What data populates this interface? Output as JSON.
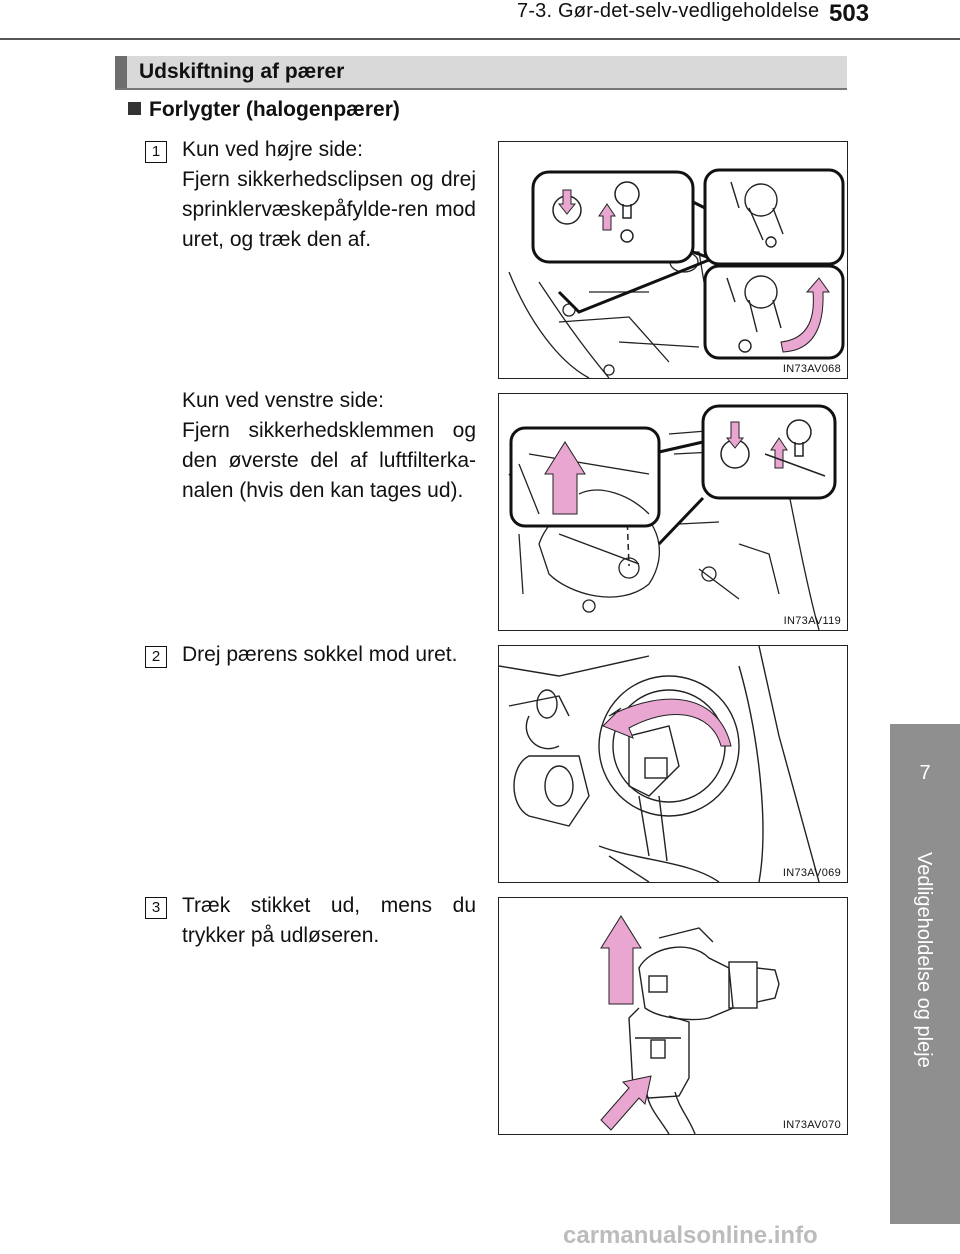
{
  "header": {
    "section": "7-3. Gør-det-selv-vedligeholdelse",
    "page_number": "503"
  },
  "side_tab": {
    "chapter_number": "7",
    "chapter_title": "Vedligeholdelse og pleje"
  },
  "section_title": "Udskiftning af pærer",
  "subheading": "Forlygter (halogenpærer)",
  "steps": [
    {
      "number": "1",
      "lines": [
        "Kun ved højre side:",
        "Fjern sikkerhedsclipsen og drej sprinklervæskepåfylde-ren mod uret, og træk den af."
      ],
      "figure_code": "IN73AV068"
    },
    {
      "number": "",
      "lines": [
        "Kun ved venstre side:",
        "Fjern sikkerhedsklemmen og den øverste del af luftfilterka-nalen (hvis den kan tages ud)."
      ],
      "figure_code": "IN73AV119"
    },
    {
      "number": "2",
      "lines": [
        "Drej pærens sokkel mod uret."
      ],
      "figure_code": "IN73AV069"
    },
    {
      "number": "3",
      "lines": [
        "Træk stikket ud, mens du trykker på udløseren."
      ],
      "figure_code": "IN73AV070"
    }
  ],
  "footer": "carmanualsonline.info",
  "colors": {
    "tab_gray": "#8f8f8f",
    "section_box": "#d9d9d9",
    "arrow_pink": "#e9a6d1"
  }
}
